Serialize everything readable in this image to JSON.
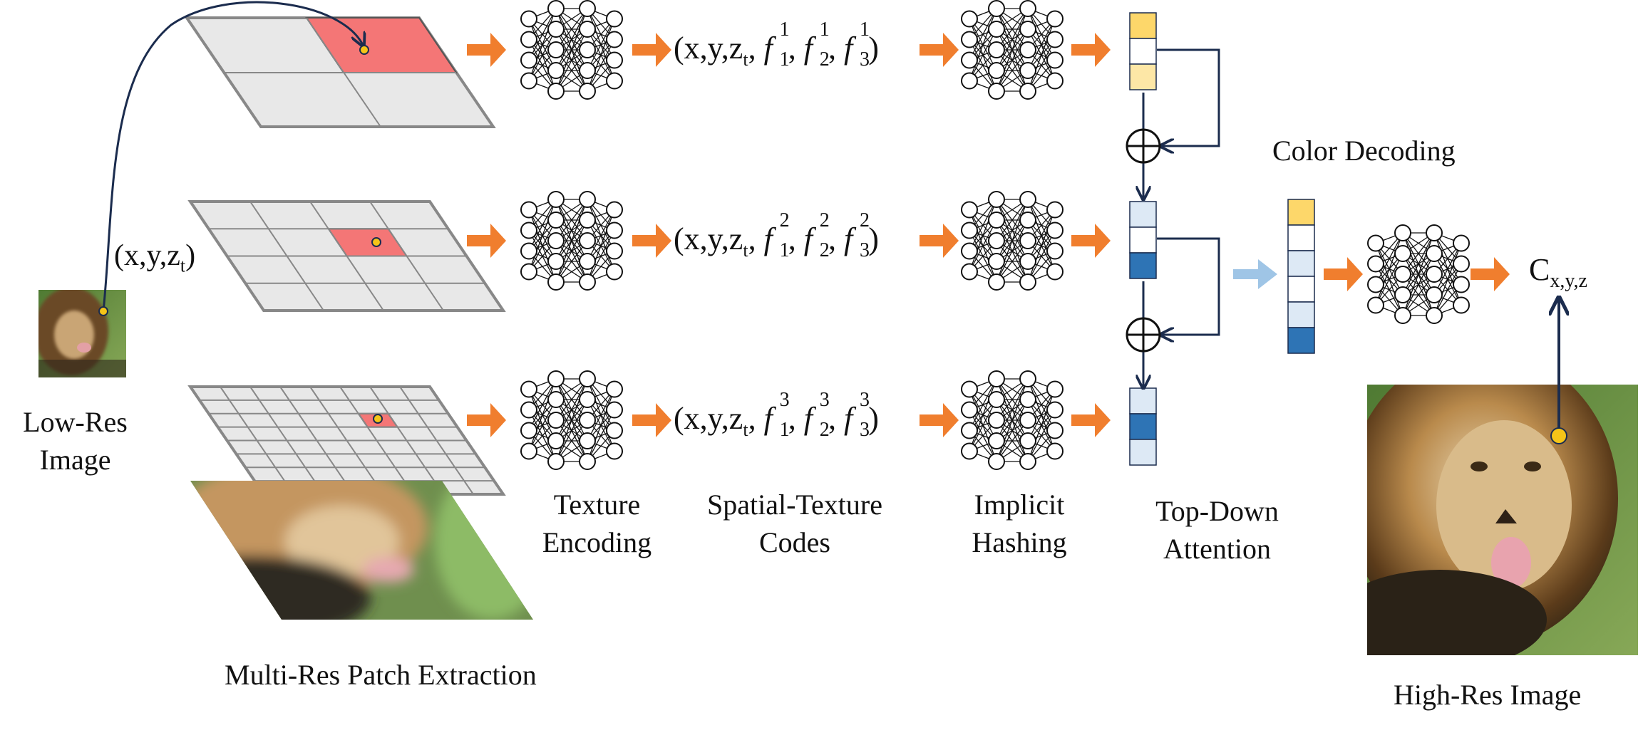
{
  "labels": {
    "low_res_line1": "Low-Res",
    "low_res_line2": "Image",
    "coord_main": "(x,y,z",
    "coord_sub": "t",
    "coord_close": ")",
    "multi_res": "Multi-Res Patch Extraction",
    "texture_line1": "Texture",
    "texture_line2": "Encoding",
    "spatial_line1": "Spatial-Texture",
    "spatial_line2": "Codes",
    "implicit_line1": "Implicit",
    "implicit_line2": "Hashing",
    "topdown_line1": "Top-Down",
    "topdown_line2": "Attention",
    "color_decoding": "Color Decoding",
    "output_main": "C",
    "output_sub": "x,y,z",
    "high_res": "High-Res Image"
  },
  "codes": [
    {
      "prefix": "(x,y,z",
      "sub": "t",
      "f": "f",
      "level": "1",
      "idx": [
        "1",
        "2",
        "3"
      ]
    },
    {
      "prefix": "(x,y,z",
      "sub": "t",
      "f": "f",
      "level": "2",
      "idx": [
        "1",
        "2",
        "3"
      ]
    },
    {
      "prefix": "(x,y,z",
      "sub": "t",
      "f": "f",
      "level": "3",
      "idx": [
        "1",
        "2",
        "3"
      ]
    }
  ],
  "colors": {
    "arrow_orange": "#f07e2e",
    "arrow_light_blue": "#9fc5e6",
    "patch_red": "#f47676",
    "grid_fill": "#e8e8e8",
    "grid_line": "#888888",
    "navy": "#1b2c4e",
    "cell_yellow": "#fdd76a",
    "cell_pale_yellow": "#fde7a6",
    "cell_light_blue": "#dde9f5",
    "cell_blue": "#2e74b5",
    "point_yellow": "#f5c518"
  },
  "vectors": {
    "attention_1": [
      "yellow",
      "white",
      "pale_yellow"
    ],
    "attention_2": [
      "light_blue",
      "white",
      "blue"
    ],
    "attention_3": [
      "light_blue",
      "blue",
      "light_blue"
    ],
    "decoded": [
      "yellow",
      "white",
      "light_blue",
      "white",
      "light_blue",
      "blue"
    ]
  }
}
